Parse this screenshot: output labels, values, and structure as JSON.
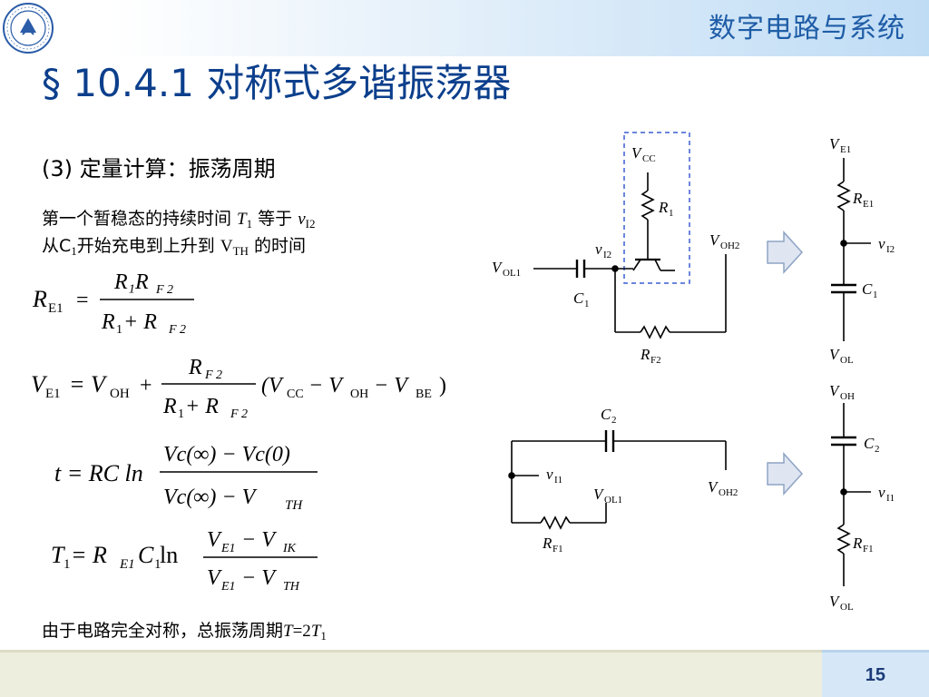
{
  "header": {
    "course_title": "数字电路与系统",
    "slide_title": "§ 10.4.1  对称式多谐振荡器",
    "logo_icon": "university-seal-icon"
  },
  "content": {
    "subheading": "(3) 定量计算：振荡周期",
    "desc_line1_a": "第一个暂稳态的持续时间 ",
    "desc_line1_T": "T",
    "desc_line1_Tsub": "1",
    "desc_line1_b": " 等于 ",
    "desc_line1_v": "v",
    "desc_line1_vsub": "I2",
    "desc_line2_a": "从C",
    "desc_line2_csub": "1",
    "desc_line2_b": "开始充电到上升到 ",
    "desc_line2_V": "V",
    "desc_line2_Vsub": "TH",
    "desc_line2_c": " 的时间",
    "footer_a": "由于电路完全对称，总振荡周期",
    "footer_b": "T",
    "footer_c": "=2",
    "footer_d": "T",
    "footer_e": "1"
  },
  "formulas": {
    "f1_lhs": "R",
    "f1_lhs_sub": "E1",
    "f1_num": "R₁R",
    "f1_num_sub": "F 2",
    "f1_den_a": "R",
    "f1_den_a_sub": "1",
    "f1_den_b": " + R",
    "f1_den_b_sub": "F 2",
    "f2_lhs": "V",
    "f2_lhs_sub": "E1",
    "f2_eq": "= V",
    "f2_eq_sub": "OH",
    "f2_plus": "+",
    "f2_num": "R",
    "f2_num_sub": "F 2",
    "f2_den_a": "R",
    "f2_den_a_sub": "1",
    "f2_den_b": " + R",
    "f2_den_b_sub": "F 2",
    "f2_paren_a": "(V",
    "f2_paren_a_sub": "CC",
    "f2_paren_b": " − V",
    "f2_paren_b_sub": "OH",
    "f2_paren_c": " − V",
    "f2_paren_c_sub": "BE",
    "f2_paren_d": ")",
    "f3_lhs": "t = RC ln",
    "f3_num": "Vc(∞) − Vc(0)",
    "f3_den": "Vc(∞) − V",
    "f3_den_sub": "TH",
    "f4_lhs_a": "T",
    "f4_lhs_a_sub": "1",
    "f4_lhs_b": " = R",
    "f4_lhs_b_sub": "E1",
    "f4_lhs_c": "C",
    "f4_lhs_c_sub": "1",
    "f4_lhs_d": " ln",
    "f4_num_a": "V",
    "f4_num_a_sub": "E1",
    "f4_num_b": " − V",
    "f4_num_b_sub": "IK",
    "f4_den_a": "V",
    "f4_den_a_sub": "E1",
    "f4_den_b": " − V",
    "f4_den_b_sub": "TH"
  },
  "circuit_top": {
    "vcc": "V",
    "vcc_sub": "CC",
    "r1": "R",
    "r1_sub": "1",
    "vi2": "v",
    "vi2_sub": "I2",
    "voh2": "V",
    "voh2_sub": "OH2",
    "vol1": "V",
    "vol1_sub": "OL1",
    "c1": "C",
    "c1_sub": "1",
    "rf2": "R",
    "rf2_sub": "F2"
  },
  "equiv_top": {
    "ve1": "V",
    "ve1_sub": "E1",
    "re1": "R",
    "re1_sub": "E1",
    "vi2": "v",
    "vi2_sub": "I2",
    "c1": "C",
    "c1_sub": "1",
    "vol": "V",
    "vol_sub": "OL"
  },
  "circuit_bottom": {
    "c2": "C",
    "c2_sub": "2",
    "vi1": "v",
    "vi1_sub": "I1",
    "vol1": "V",
    "vol1_sub": "OL1",
    "voh2": "V",
    "voh2_sub": "OH2",
    "rf1": "R",
    "rf1_sub": "F1"
  },
  "equiv_bottom": {
    "voh": "V",
    "voh_sub": "OH",
    "c2": "C",
    "c2_sub": "2",
    "vi1": "v",
    "vi1_sub": "I1",
    "rf1": "R",
    "rf1_sub": "F1",
    "vol": "V",
    "vol_sub": "OL"
  },
  "footer": {
    "page_number": "15"
  },
  "colors": {
    "title_blue": "#0c3f8c",
    "course_blue": "#1f5da7",
    "dashed_box_blue": "#3a5fd0",
    "arrow_fill": "#dfe6f2"
  }
}
